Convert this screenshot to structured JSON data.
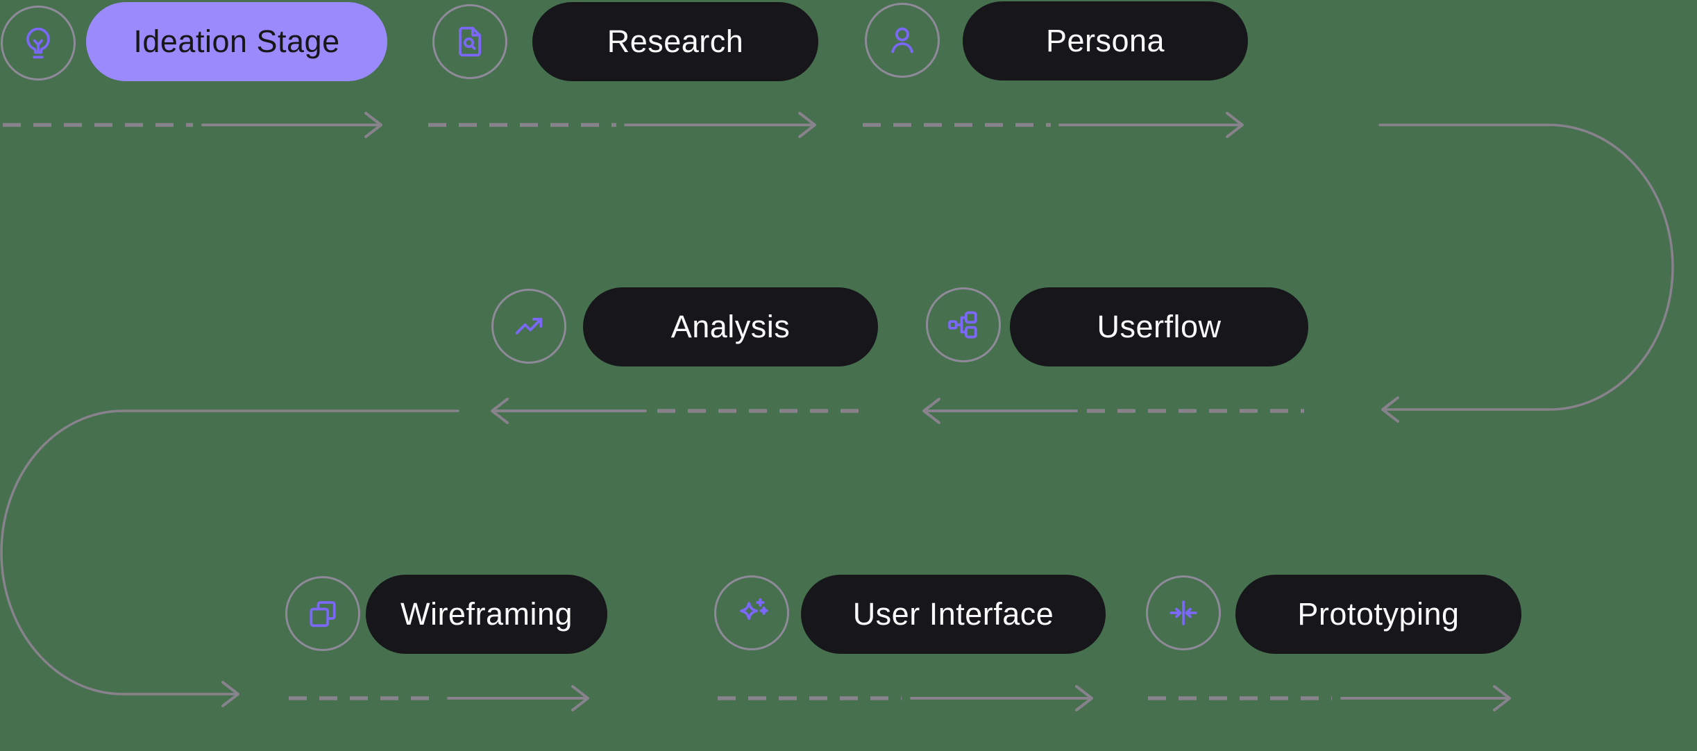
{
  "diagram": {
    "stages": [
      {
        "label": "Ideation Stage",
        "icon": "lightbulb-icon",
        "style": "highlight"
      },
      {
        "label": "Research",
        "icon": "file-search-icon",
        "style": "dark"
      },
      {
        "label": "Persona",
        "icon": "user-icon",
        "style": "dark"
      },
      {
        "label": "Analysis",
        "icon": "trending-up-icon",
        "style": "dark"
      },
      {
        "label": "Userflow",
        "icon": "flow-nodes-icon",
        "style": "dark"
      },
      {
        "label": "Wireframing",
        "icon": "copy-icon",
        "style": "dark"
      },
      {
        "label": "User Interface",
        "icon": "sparkles-icon",
        "style": "dark"
      },
      {
        "label": "Prototyping",
        "icon": "converge-arrows-icon",
        "style": "dark"
      }
    ]
  },
  "colors": {
    "background": "#46704E",
    "highlight_pill": "#9B8AFB",
    "dark_pill": "#17171B",
    "icon_stroke": "#7B68F8",
    "circle_stroke": "#8F8A99",
    "connector": "#87828C",
    "text_light": "#FAFAFA",
    "text_dark": "#17171A"
  }
}
